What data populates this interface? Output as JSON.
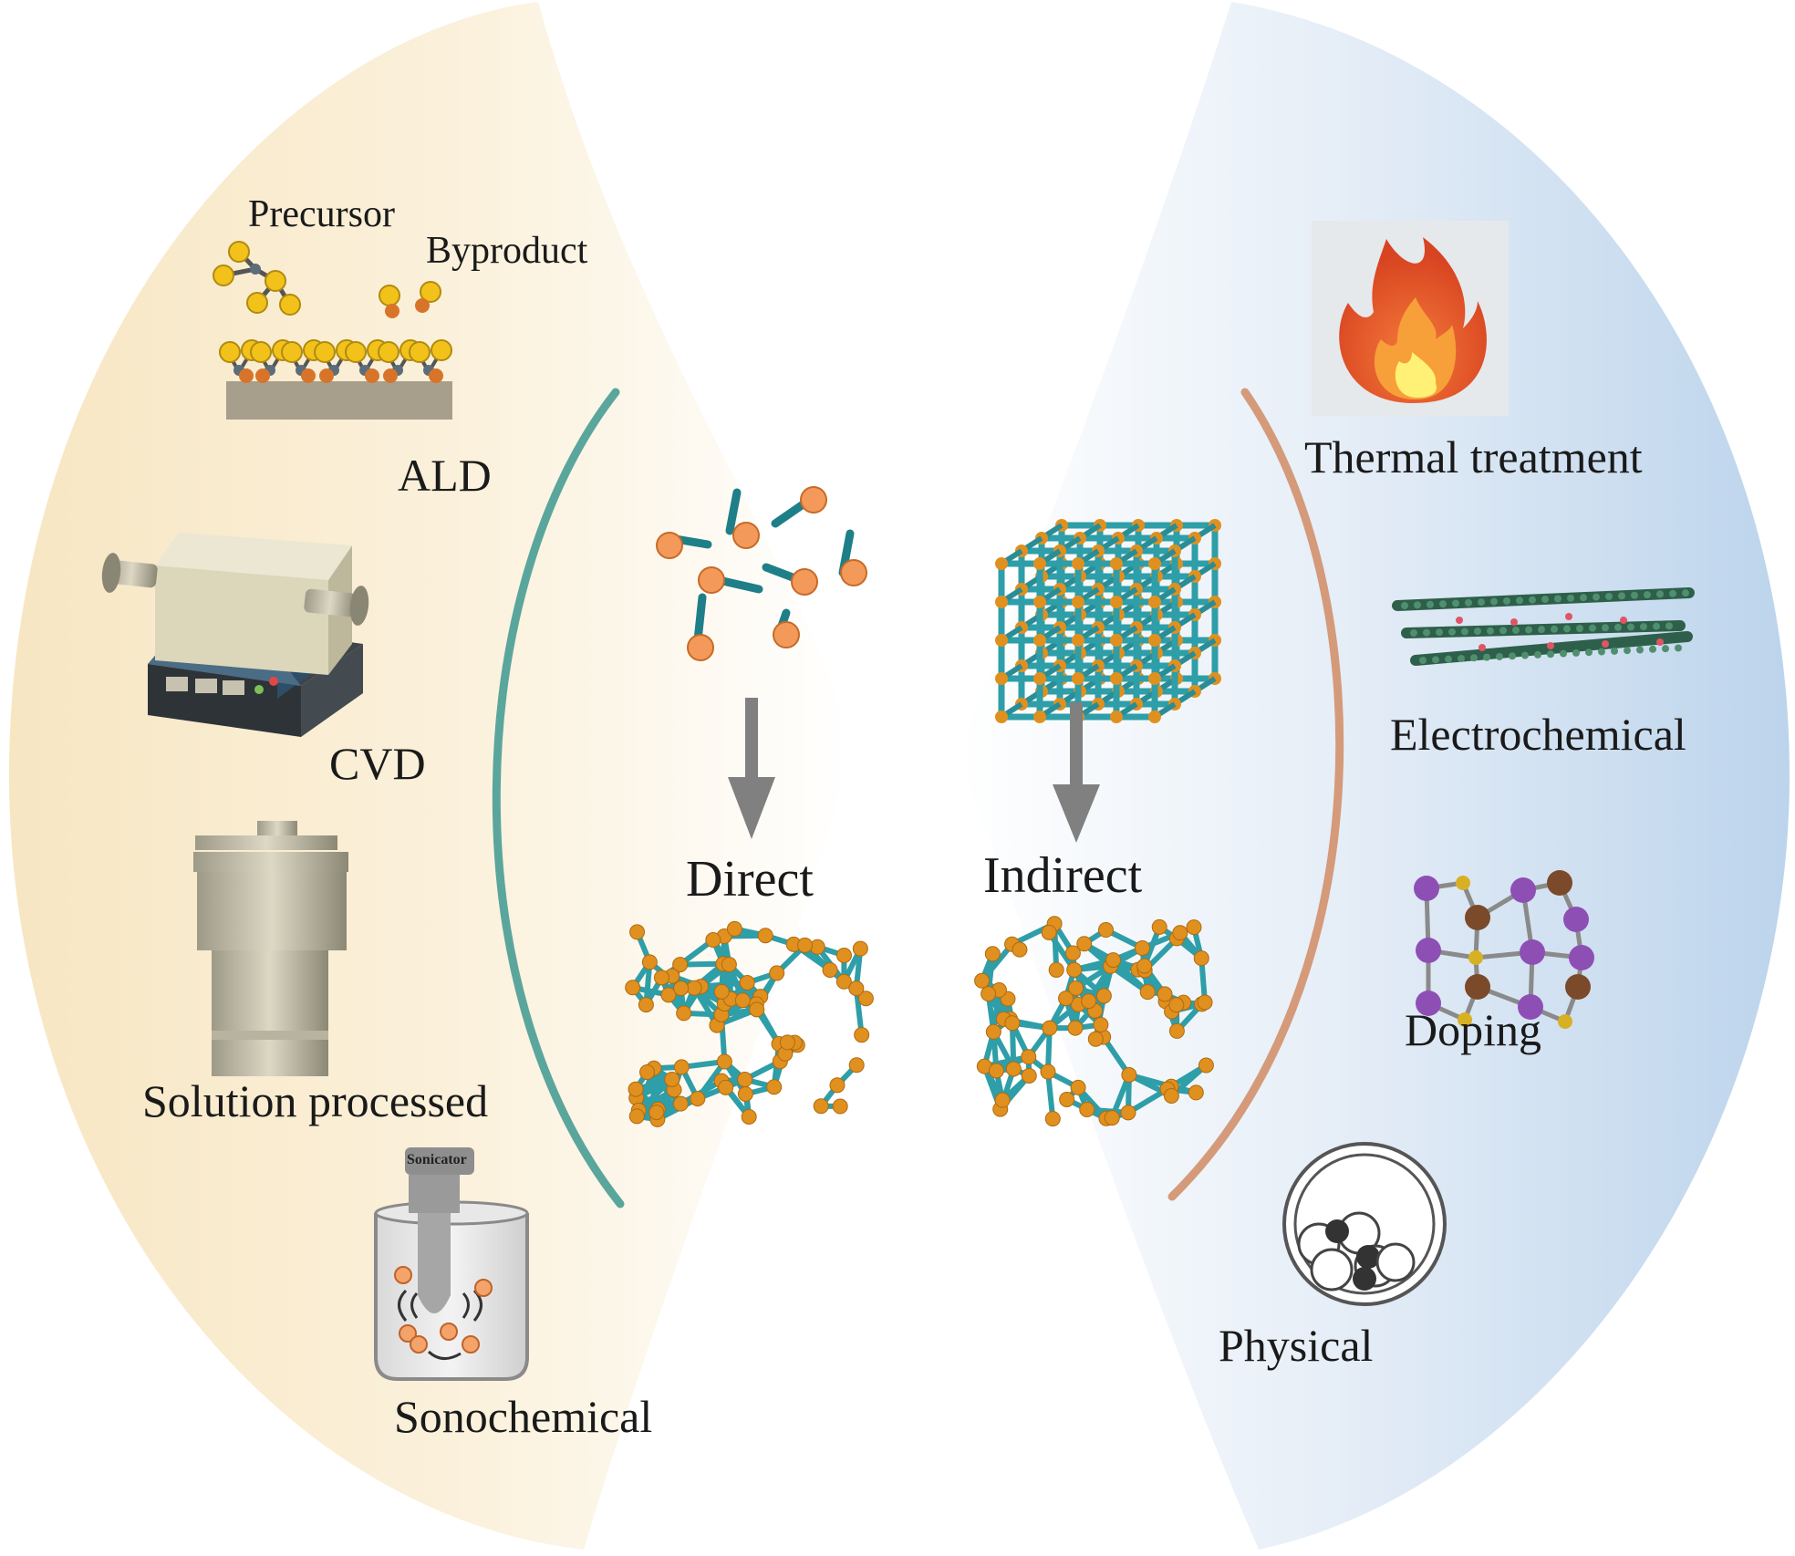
{
  "left_panel": {
    "labels": {
      "precursor": "Precursor",
      "byproduct": "Byproduct",
      "ald": "ALD",
      "cvd": "CVD",
      "solution": "Solution processed",
      "sonicator": "Sonicator",
      "sonochemical": "Sonochemical"
    }
  },
  "center": {
    "direct": "Direct",
    "indirect": "Indirect"
  },
  "right_panel": {
    "labels": {
      "thermal": "Thermal treatment",
      "electrochemical": "Electrochemical",
      "doping": "Doping",
      "physical": "Physical"
    }
  },
  "colors": {
    "left_bg": "#f8e9c9",
    "right_bg": "#c9dcef",
    "teal_arc": "#5aa69d",
    "copper_arc": "#d49a7a",
    "arrow": "#808080",
    "bond": "#2e9ea8",
    "atom": "#e0901e",
    "precursor_atom": "#f2c21a"
  },
  "icons": [
    "ald-schematic-icon",
    "cvd-furnace-icon",
    "autoclave-icon",
    "sonicator-beaker-icon",
    "flame-icon",
    "layered-sheets-icon",
    "doped-hexagon-lattice-icon",
    "particle-circle-icon",
    "molecule-fragments-icon",
    "cubic-framework-icon",
    "amorphous-framework-icon"
  ]
}
